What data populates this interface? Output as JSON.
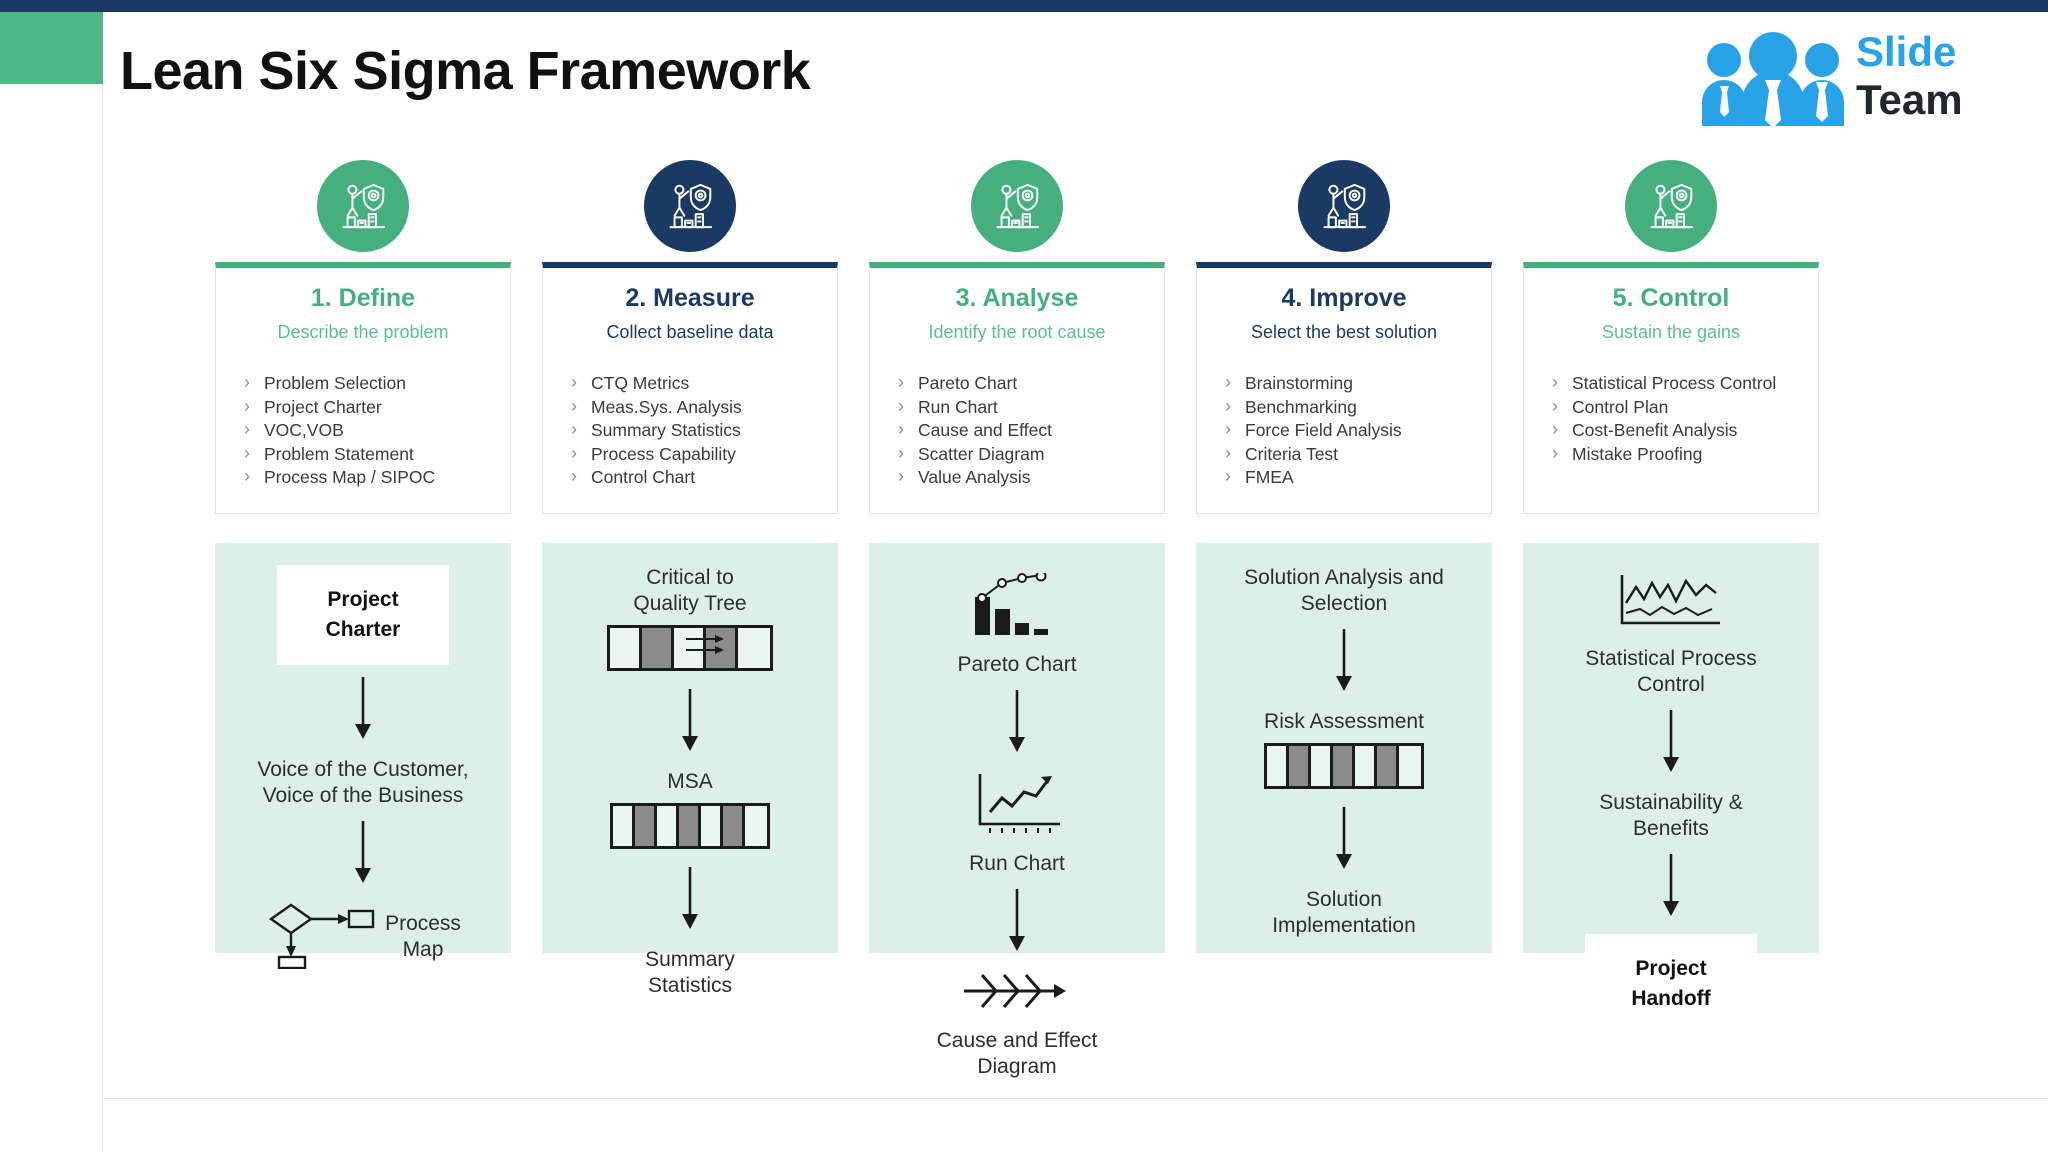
{
  "header": {
    "title": "Lean Six Sigma Framework",
    "logo": {
      "line1": "Slide",
      "line2": "Team",
      "icon": "people-group-icon"
    }
  },
  "colors": {
    "topbar": "#1b3a63",
    "green": "#4cb987",
    "green_accent": "#45b07e",
    "navy": "#1b3a63",
    "panel_bg": "#dcf0e7",
    "logo_blue": "#29a3e8"
  },
  "columns": [
    {
      "accent": "green",
      "badge_icon": "analytics-shield-person-icon",
      "title": "1. Define",
      "subtitle": "Describe the problem",
      "items": [
        "Problem Selection",
        "Project Charter",
        "VOC,VOB",
        "Problem Statement",
        "Process Map / SIPOC"
      ],
      "flow": [
        {
          "kind": "boxed-text",
          "text": "Project\nCharter"
        },
        {
          "kind": "arrow"
        },
        {
          "kind": "text",
          "text": "Voice of the Customer,\nVoice of the Business"
        },
        {
          "kind": "arrow"
        },
        {
          "kind": "glyph-text",
          "glyph": "process-map-icon",
          "text": "Process\nMap"
        }
      ]
    },
    {
      "accent": "navy",
      "badge_icon": "analytics-shield-person-icon",
      "title": "2. Measure",
      "subtitle": "Collect baseline data",
      "items": [
        "CTQ Metrics",
        "Meas.Sys. Analysis",
        "Summary Statistics",
        "Process Capability",
        "Control Chart"
      ],
      "flow": [
        {
          "kind": "text",
          "text": "Critical to\nQuality Tree"
        },
        {
          "kind": "glyph",
          "glyph": "ctq-tree-strip-icon"
        },
        {
          "kind": "arrow"
        },
        {
          "kind": "text",
          "text": "MSA"
        },
        {
          "kind": "glyph",
          "glyph": "msa-strip-icon"
        },
        {
          "kind": "arrow"
        },
        {
          "kind": "text",
          "text": "Summary\nStatistics"
        }
      ]
    },
    {
      "accent": "green",
      "badge_icon": "analytics-shield-person-icon",
      "title": "3. Analyse",
      "subtitle": "Identify the root cause",
      "items": [
        "Pareto Chart",
        "Run Chart",
        "Cause and Effect",
        "Scatter Diagram",
        "Value Analysis"
      ],
      "flow": [
        {
          "kind": "glyph",
          "glyph": "pareto-chart-icon"
        },
        {
          "kind": "text",
          "text": "Pareto Chart"
        },
        {
          "kind": "arrow"
        },
        {
          "kind": "glyph",
          "glyph": "run-chart-icon"
        },
        {
          "kind": "text",
          "text": "Run Chart"
        },
        {
          "kind": "arrow"
        },
        {
          "kind": "glyph",
          "glyph": "fishbone-icon"
        },
        {
          "kind": "text",
          "text": "Cause and Effect\nDiagram"
        }
      ]
    },
    {
      "accent": "navy",
      "badge_icon": "analytics-shield-person-icon",
      "title": "4. Improve",
      "subtitle": "Select the best solution",
      "items": [
        "Brainstorming",
        "Benchmarking",
        "Force Field Analysis",
        "Criteria Test",
        "FMEA"
      ],
      "flow": [
        {
          "kind": "text",
          "text": "Solution Analysis and\nSelection"
        },
        {
          "kind": "arrow"
        },
        {
          "kind": "text",
          "text": "Risk Assessment"
        },
        {
          "kind": "glyph",
          "glyph": "risk-strip-icon"
        },
        {
          "kind": "arrow"
        },
        {
          "kind": "text",
          "text": "Solution\nImplementation"
        }
      ]
    },
    {
      "accent": "green",
      "badge_icon": "analytics-shield-person-icon",
      "title": "5. Control",
      "subtitle": "Sustain the gains",
      "items": [
        "Statistical Process Control",
        "Control Plan",
        "Cost-Benefit Analysis",
        "Mistake Proofing"
      ],
      "flow": [
        {
          "kind": "glyph",
          "glyph": "control-chart-icon"
        },
        {
          "kind": "text",
          "text": "Statistical Process\nControl"
        },
        {
          "kind": "arrow"
        },
        {
          "kind": "text",
          "text": "Sustainability &\nBenefits"
        },
        {
          "kind": "arrow"
        },
        {
          "kind": "boxed-text",
          "text": "Project\nHandoff"
        }
      ]
    }
  ]
}
